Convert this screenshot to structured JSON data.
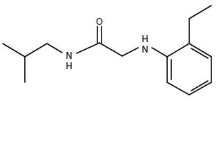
{
  "molecule": {
    "atoms": {
      "amide_n": "N",
      "amide_n_h": "H",
      "carbonyl_o": "O",
      "amine_n": "N",
      "amine_n_h": "H"
    }
  },
  "colors": {
    "bond": "#000000",
    "background": "#ffffff"
  }
}
